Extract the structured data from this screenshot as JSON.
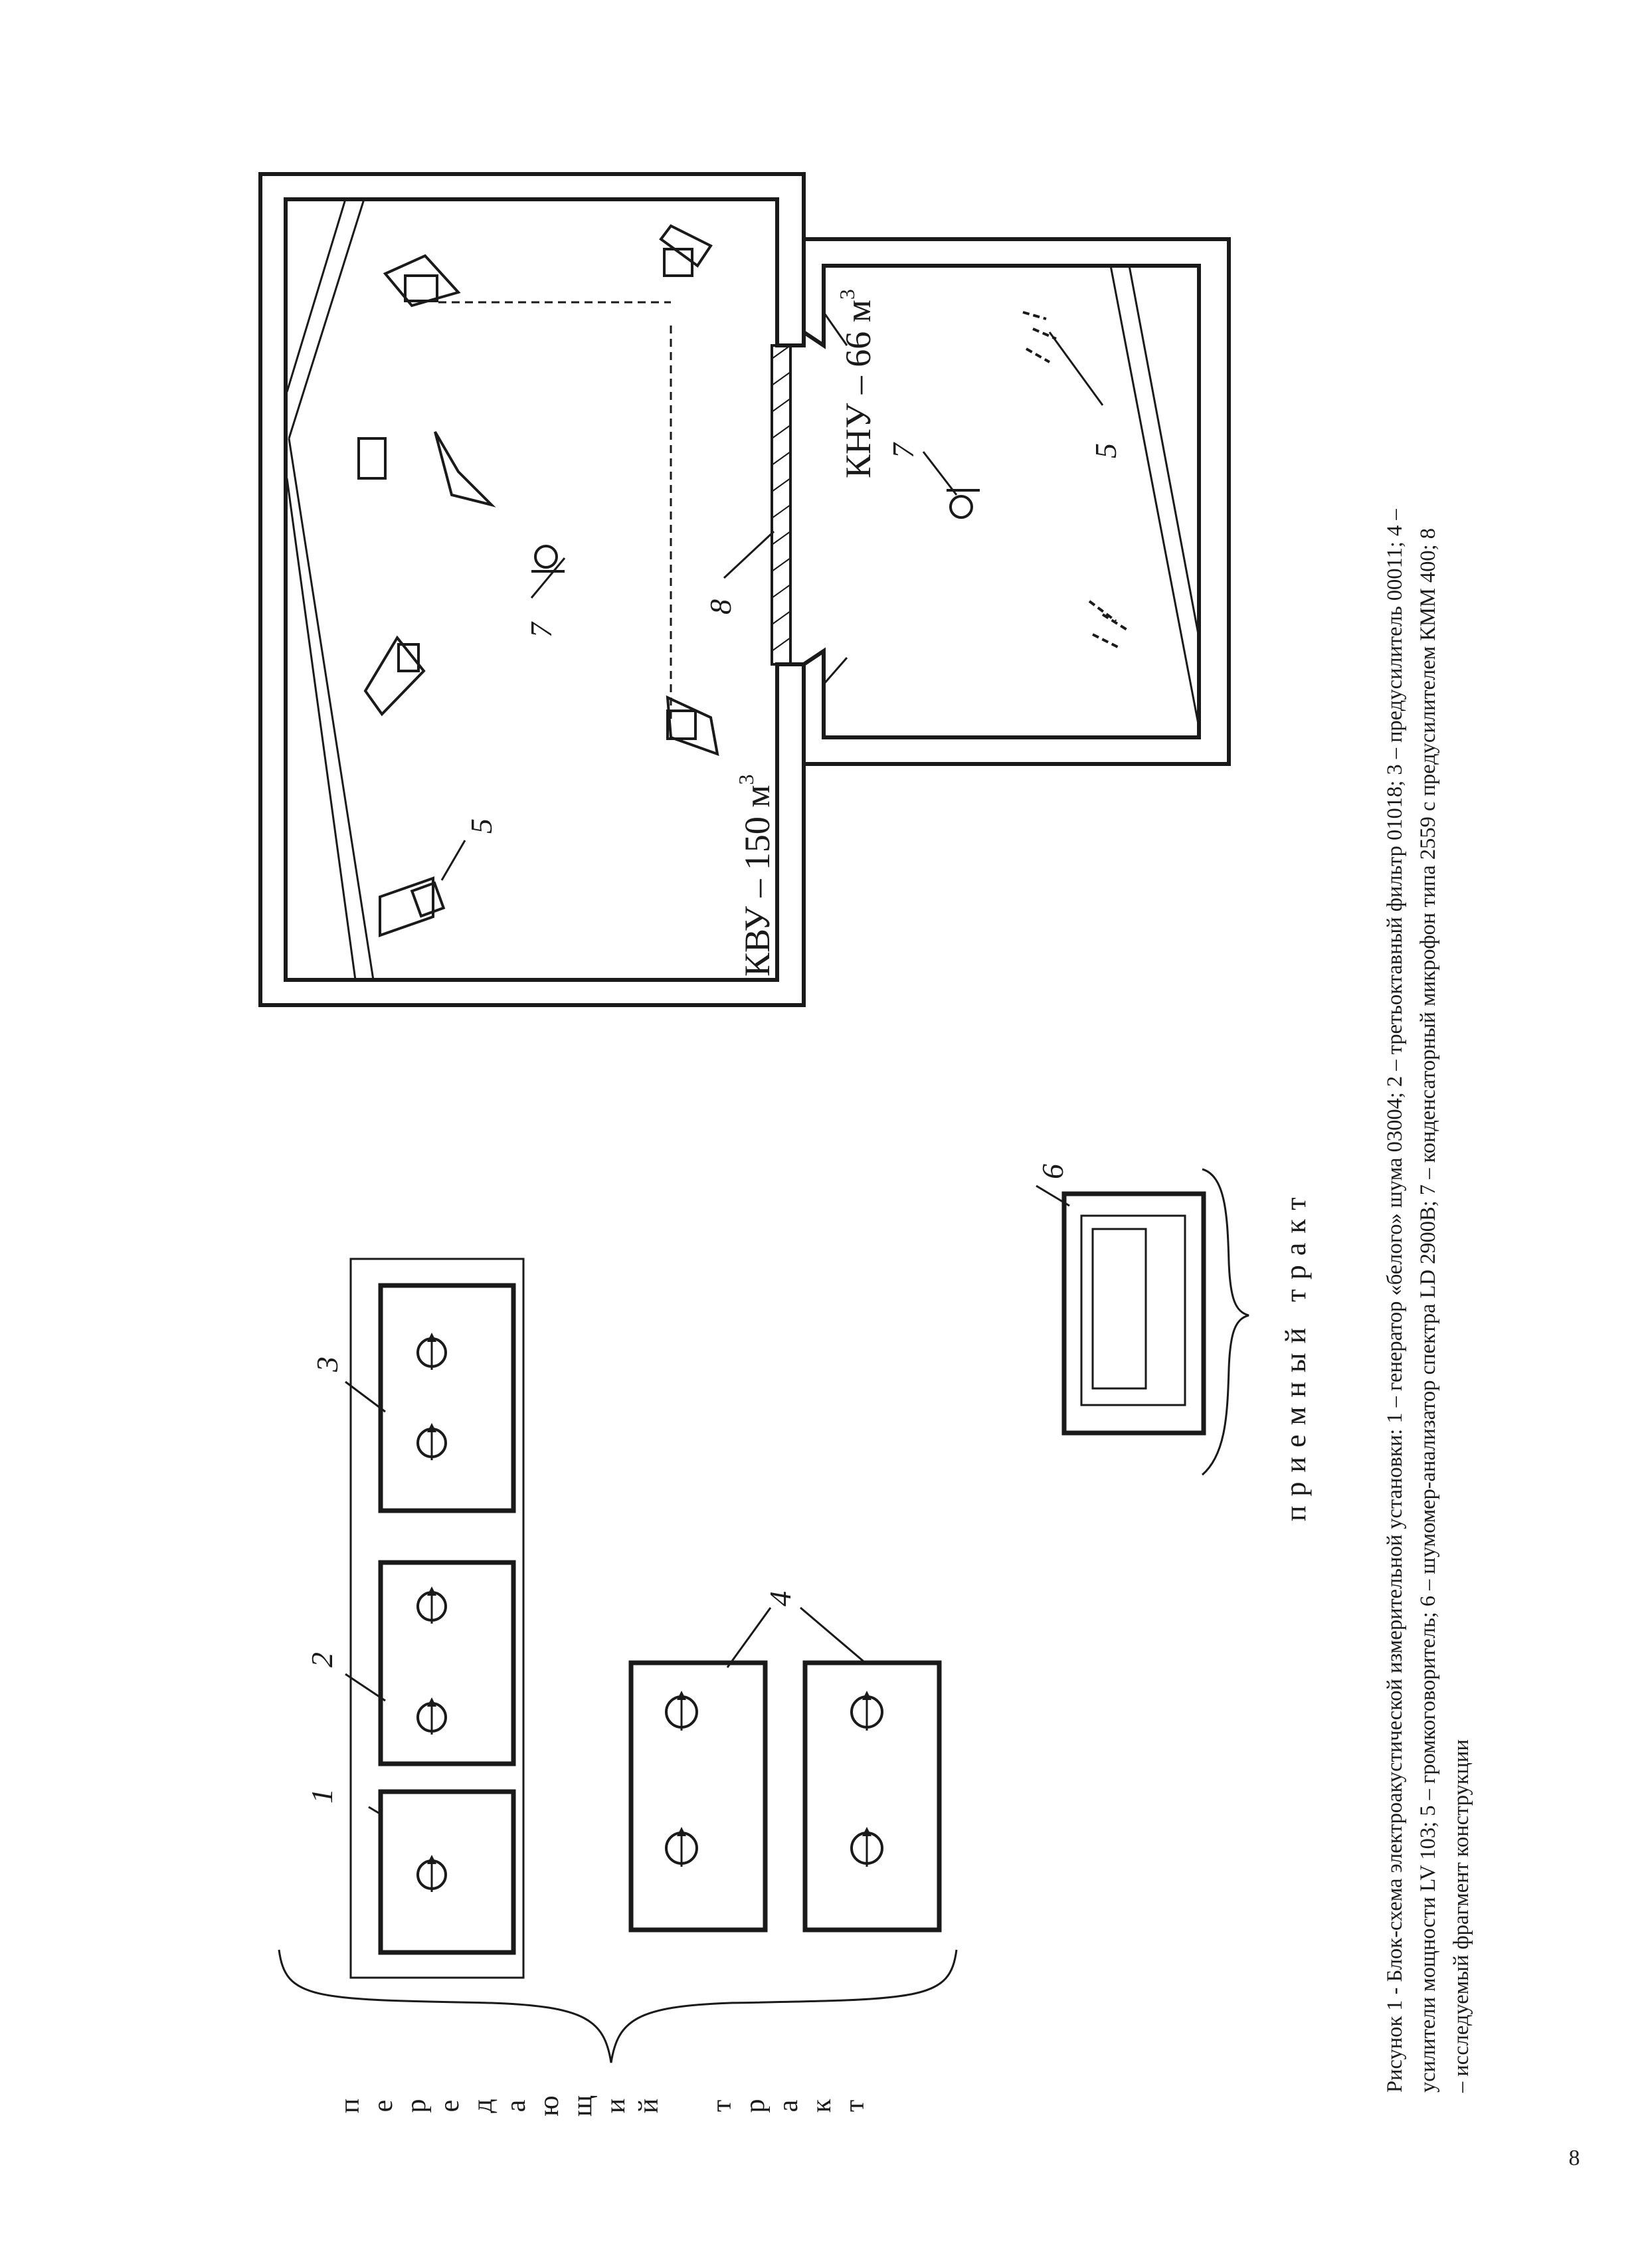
{
  "page": {
    "number": "8"
  },
  "figure": {
    "caption_lines": [
      "Рисунок 1 - Блок-схема электроакустической измерительной установки: 1 – генератор «белого» шума 03004; 2 – третьоктавный фильтр 01018; 3 – предусилитель 00011; 4 –",
      "усилители мощности LV 103; 5 – громкоговоритель; 6 – шумомер-анализатор спектра LD 2900B; 7 – конденсаторный микрофон типа 2559 с предусилителем  КММ 400; 8",
      "– исследуемый фрагмент конструкции"
    ],
    "transmit_path_label": {
      "word1_letters": [
        "п",
        "е",
        "р",
        "е",
        "д",
        "а",
        "ю",
        "щ",
        "и",
        "й"
      ],
      "word2_letters": [
        "т",
        "р",
        "а",
        "к",
        "т"
      ]
    },
    "receive_path_label": "приемный тракт",
    "room_high_label": "КВУ – 150 м",
    "room_low_label": "КНУ – 66 м",
    "volume_exponent": "3",
    "item_numbers": {
      "generator": "1",
      "filter": "2",
      "preamp": "3",
      "amplifiers": "4",
      "loudspeaker": "5",
      "analyzer": "6",
      "microphone": "7",
      "specimen": "8"
    }
  }
}
